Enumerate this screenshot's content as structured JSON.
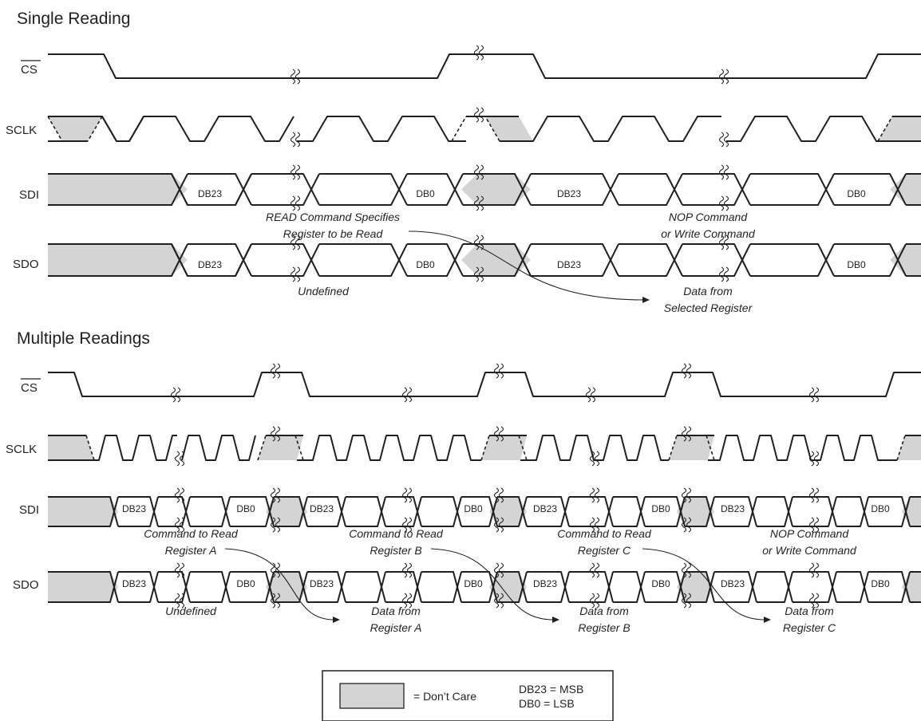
{
  "sections": {
    "single_title": "Single Reading",
    "multiple_title": "Multiple Readings"
  },
  "signals": {
    "cs": "CS",
    "sclk": "SCLK",
    "sdi": "SDI",
    "sdo": "SDO"
  },
  "bus_labels": {
    "msb": "DB23",
    "lsb": "DB0"
  },
  "single_notes": {
    "read_cmd_1": "READ Command Specifies",
    "read_cmd_2": "Register to be Read",
    "nop_1": "NOP Command",
    "nop_2": "or Write Command",
    "undefined": "Undefined",
    "data_1": "Data from",
    "data_2": "Selected Register"
  },
  "multiple_notes": {
    "cmd_a_1": "Command to Read",
    "cmd_a_2": "Register A",
    "cmd_b_1": "Command to Read",
    "cmd_b_2": "Register B",
    "cmd_c_1": "Command to Read",
    "cmd_c_2": "Register C",
    "nop_1": "NOP Command",
    "nop_2": "or Write Command",
    "undefined": "Undefined",
    "data_a_1": "Data from",
    "data_a_2": "Register A",
    "data_b_1": "Data from",
    "data_b_2": "Register B",
    "data_c_1": "Data from",
    "data_c_2": "Register C"
  },
  "legend": {
    "dont_care": "= Don’t Care",
    "msb": "DB23 = MSB",
    "lsb": "DB0 = LSB"
  },
  "colors": {
    "ink": "#231f20",
    "dont_care_fill": "#d4d4d4"
  }
}
